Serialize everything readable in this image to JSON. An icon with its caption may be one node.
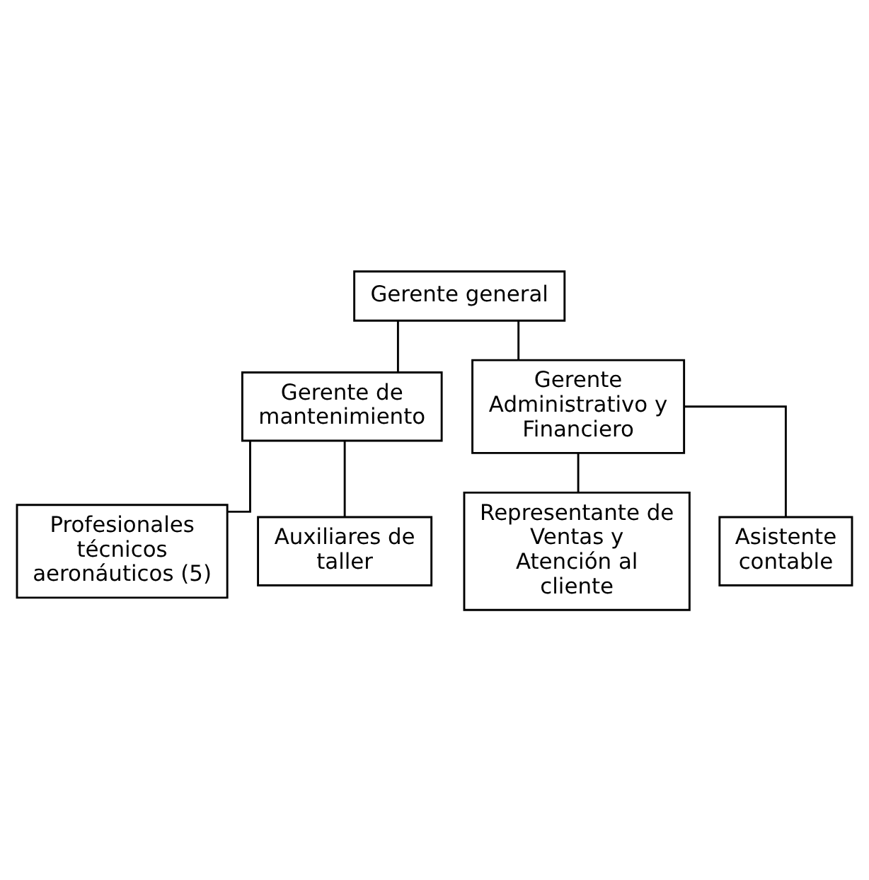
{
  "diagram": {
    "nodes": [
      {
        "text": [
          "Gerente general"
        ]
      },
      {
        "text": [
          "Gerente de mantenimiento"
        ]
      },
      {
        "text": [
          "Gerente Administrativo y Financiero"
        ]
      },
      {
        "text": [
          "Profesionales técnicos aeronáuticos (5)"
        ]
      },
      {
        "text": [
          "Auxiliares de taller"
        ]
      },
      {
        "text": [
          "Representante de Ventas y Atención al cliente"
        ]
      },
      {
        "text": [
          "Asistente contable"
        ]
      }
    ],
    "edges": [
      {
        "from": 0,
        "to": 1,
        "arrow": "none"
      },
      {
        "from": 0,
        "to": 2,
        "arrow": "none"
      },
      {
        "from": 1,
        "to": 3,
        "arrow": "none"
      },
      {
        "from": 1,
        "to": 4,
        "arrow": "none"
      },
      {
        "from": 2,
        "to": 5,
        "arrow": "none"
      },
      {
        "from": 2,
        "to": 6,
        "arrow": "none"
      }
    ]
  }
}
